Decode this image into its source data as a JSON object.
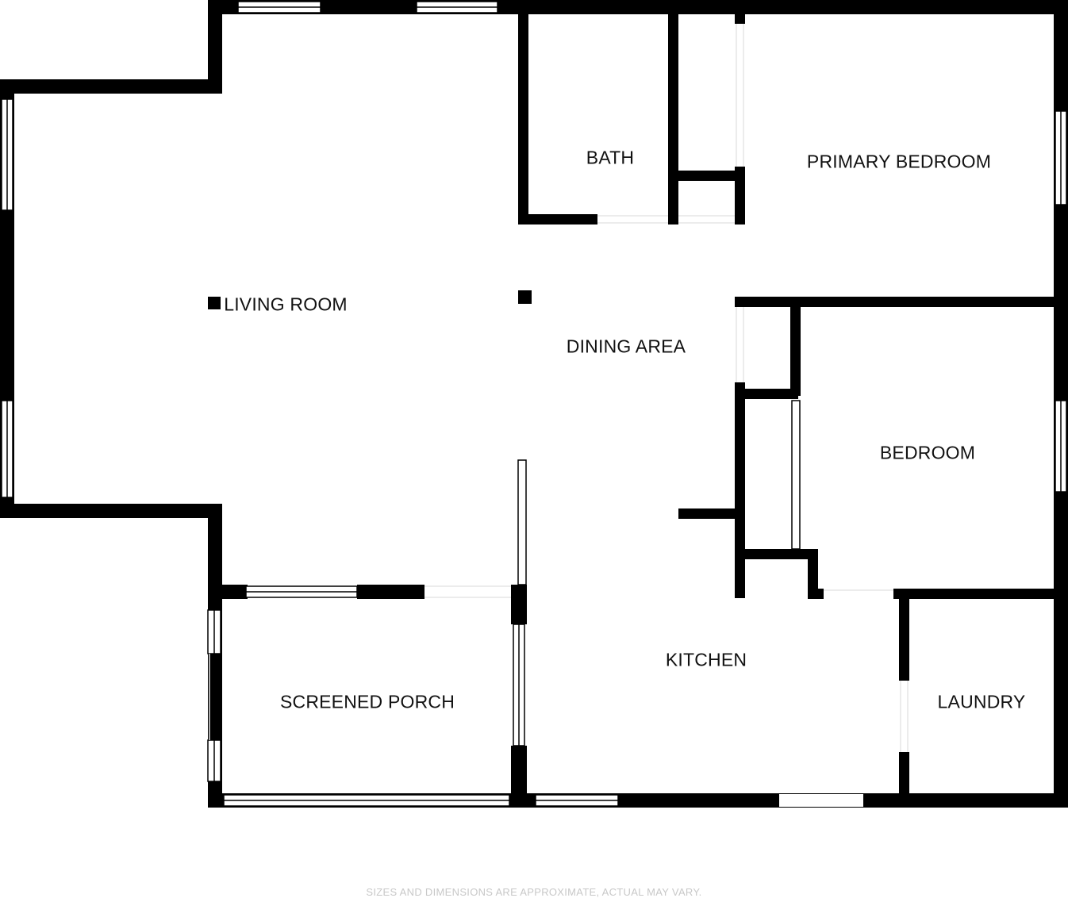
{
  "rooms": {
    "living_room": "LIVING ROOM",
    "bath": "BATH",
    "primary_bedroom": "PRIMARY BEDROOM",
    "dining_area": "DINING AREA",
    "bedroom": "BEDROOM",
    "screened_porch": "SCREENED PORCH",
    "kitchen": "KITCHEN",
    "laundry": "LAUNDRY"
  },
  "footer": {
    "disclaimer": "SIZES AND DIMENSIONS ARE APPROXIMATE, ACTUAL MAY VARY."
  },
  "colors": {
    "wall": "#000000",
    "background": "#ffffff",
    "label": "#111111",
    "disclaimer": "#c8c8c8"
  }
}
